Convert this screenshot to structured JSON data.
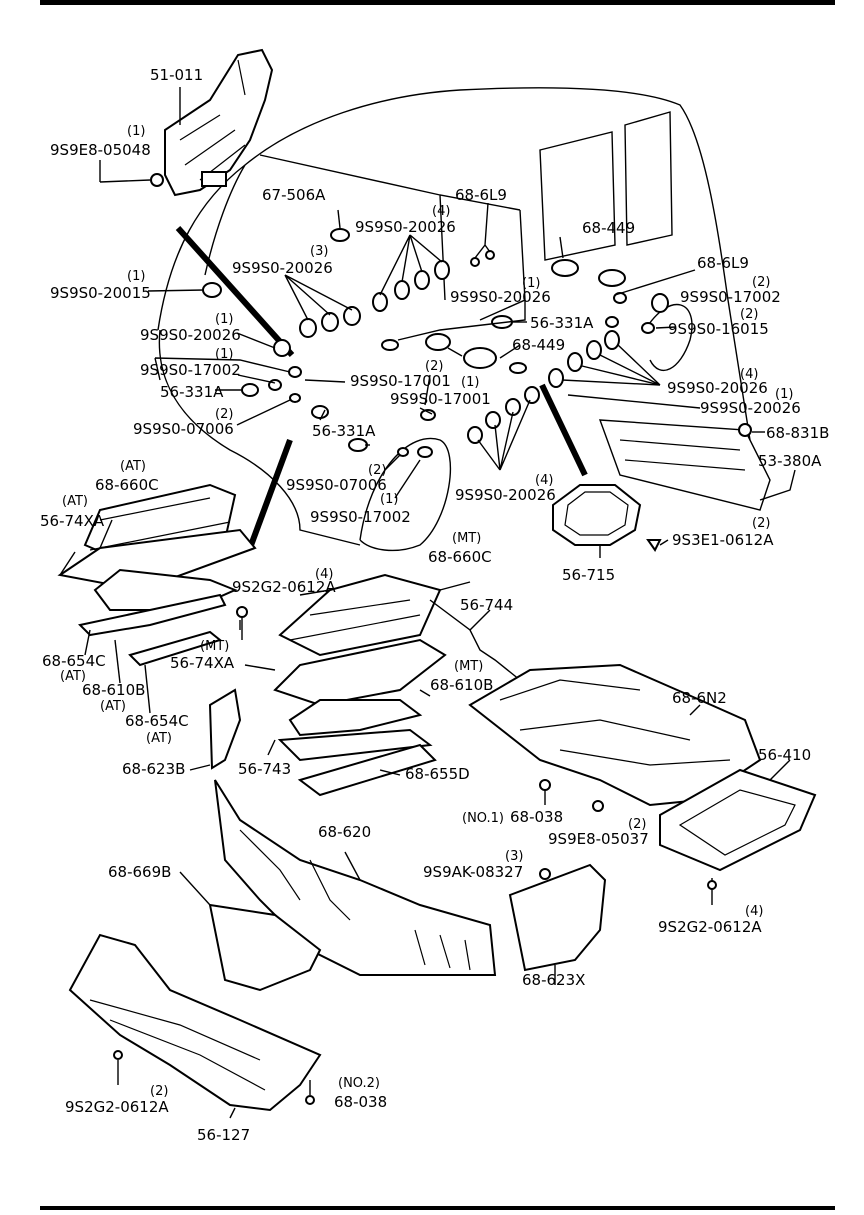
{
  "labels": {
    "p51_011": "51-011",
    "q9s9e8_05048": "(1)",
    "p9s9e8_05048": "9S9E8-05048",
    "p67_506a": "67-506A",
    "q_top4": "(4)",
    "p9s9s0_20026_a": "9S9S0-20026",
    "p68_6l9_a": "68-6L9",
    "p68_449_a": "68-449",
    "q_3": "(3)",
    "p9s9s0_20026_b": "9S9S0-20026",
    "p68_6l9_b": "68-6L9",
    "q_15_1": "(1)",
    "p9s9s0_20015": "9S9S0-20015",
    "q_mid1": "(1)",
    "p9s9s0_20026_c": "9S9S0-20026",
    "q_17002_2": "(2)",
    "p9s9s0_17002_a": "9S9S0-17002",
    "p56_331a_a": "56-331A",
    "q_26_1": "(1)",
    "p9s9s0_20026_d": "9S9S0-20026",
    "p68_449_b": "68-449",
    "q_16015_2": "(2)",
    "p9s9s0_16015": "9S9S0-16015",
    "q_17002_1": "(1)",
    "p9s9s0_17002_b": "9S9S0-17002",
    "q_17001_2": "(2)",
    "p9s9s0_17001_a": "9S9S0-17001",
    "p56_331a_b": "56-331A",
    "q_17001_1": "(1)",
    "p9s9s0_17001_b": "9S9S0-17001",
    "q_right4": "(4)",
    "p9s9s0_20026_e": "9S9S0-20026",
    "q_right1": "(1)",
    "p9s9s0_20026_f": "9S9S0-20026",
    "q_07006_2": "(2)",
    "p9s9s0_07006_a": "9S9S0-07006",
    "p56_331a_c": "56-331A",
    "p68_831b": "68-831B",
    "p53_380a": "53-380A",
    "at1": "(AT)",
    "p68_660c_at": "68-660C",
    "at2": "(AT)",
    "p56_74xa_at": "56-74XA",
    "q_07006_2b": "(2)",
    "p9s9s0_07006_b": "9S9S0-07006",
    "q_17002_1b": "(1)",
    "p9s9s0_17002_c": "9S9S0-17002",
    "q_bottom4": "(4)",
    "p9s9s0_20026_g": "9S9S0-20026",
    "q_3e1_2": "(2)",
    "p9s3e1_0612a": "9S3E1-0612A",
    "p56_715": "56-715",
    "mt1": "(MT)",
    "p68_660c_mt": "68-660C",
    "q_2g2_4": "(4)",
    "p9s2g2_0612a_a": "9S2G2-0612A",
    "p56_744": "56-744",
    "mt2": "(MT)",
    "p56_74xa_mt": "56-74XA",
    "p68_654c_a": "68-654C",
    "at3": "(AT)",
    "mt3": "(MT)",
    "p68_610b_mt": "68-610B",
    "p68_610b_at": "68-610B",
    "at4": "(AT)",
    "p68_654c_b": "68-654C",
    "at5": "(AT)",
    "p68_6n2": "68-6N2",
    "p56_410": "56-410",
    "p68_623b": "68-623B",
    "p56_743": "56-743",
    "p68_655d": "68-655D",
    "no1": "(NO.1)",
    "p68_038_a": "68-038",
    "q_05037_2": "(2)",
    "p9s9e8_05037": "9S9E8-05037",
    "p68_620": "68-620",
    "q_ak_3": "(3)",
    "p9s9ak_08327": "9S9AK-08327",
    "p68_669b": "68-669B",
    "q_2g2_4b": "(4)",
    "p9s2g2_0612a_b": "9S2G2-0612A",
    "p68_623x": "68-623X",
    "no2": "(NO.2)",
    "q_2g2_2": "(2)",
    "p68_038_b": "68-038",
    "p9s2g2_0612a_c": "9S2G2-0612A",
    "p56_127": "56-127"
  }
}
